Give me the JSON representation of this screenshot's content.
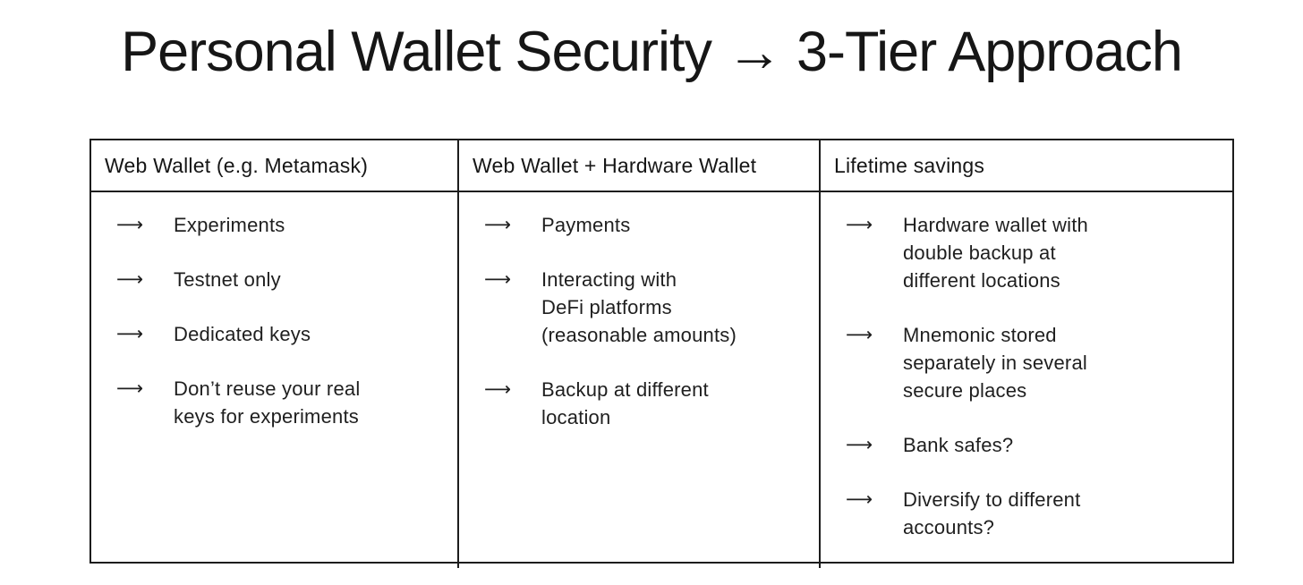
{
  "title": "Personal Wallet Security → 3-Tier Approach",
  "bullet_glyph": "⟶",
  "colors": {
    "text": "#1a1a1a",
    "border": "#1c1c1c",
    "background": "#ffffff"
  },
  "table": {
    "columns": [
      {
        "header": "Web Wallet (e.g. Metamask)",
        "items": [
          "Experiments",
          "Testnet only",
          "Dedicated keys",
          "Don’t reuse your real\nkeys for experiments"
        ]
      },
      {
        "header": "Web Wallet + Hardware Wallet",
        "items": [
          "Payments",
          "Interacting with\nDeFi platforms\n(reasonable amounts)",
          "Backup at different\nlocation"
        ]
      },
      {
        "header": "Lifetime savings",
        "items": [
          "Hardware wallet with\ndouble backup at\ndifferent locations",
          "Mnemonic stored\nseparately in several\nsecure places",
          "Bank safes?",
          "Diversify to different\naccounts?"
        ]
      }
    ]
  }
}
